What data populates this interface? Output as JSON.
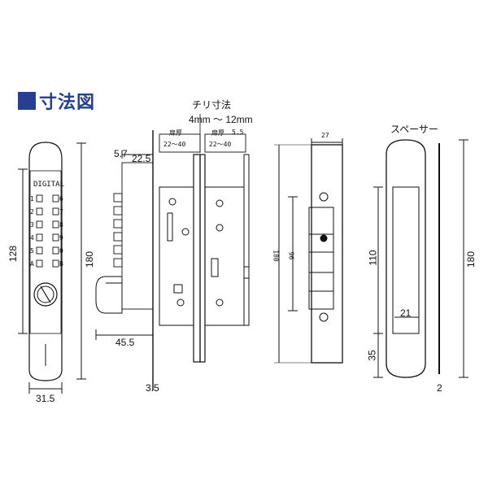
{
  "title": "寸法図",
  "chiri": {
    "label": "チリ寸法",
    "range": "4mm ～ 12mm"
  },
  "door_labels": {
    "left_name": "扉厚",
    "left_range": "22～40",
    "right_name": "扉厚",
    "right_range": "22～40",
    "right_extra": "5.5"
  },
  "front": {
    "brand": "DIGITAL",
    "keys": [
      "1",
      "6",
      "2",
      "7",
      "3",
      "8",
      "4",
      "9",
      "5",
      "0",
      "A",
      "B"
    ],
    "height_total": "180",
    "height_keypad": "128",
    "width": "31.5"
  },
  "side": {
    "top_a": "5.7",
    "top_b": "22.5",
    "depth": "45.5",
    "plate": "3.5"
  },
  "strike": {
    "width": "27",
    "height_total": "180",
    "height_inner": "96"
  },
  "spacer": {
    "label": "スペーサー",
    "h_upper": "110",
    "h_lower": "35",
    "h_total": "180",
    "width_window": "21",
    "thickness": "2"
  },
  "colors": {
    "title": "#24408e",
    "line": "#111111"
  }
}
